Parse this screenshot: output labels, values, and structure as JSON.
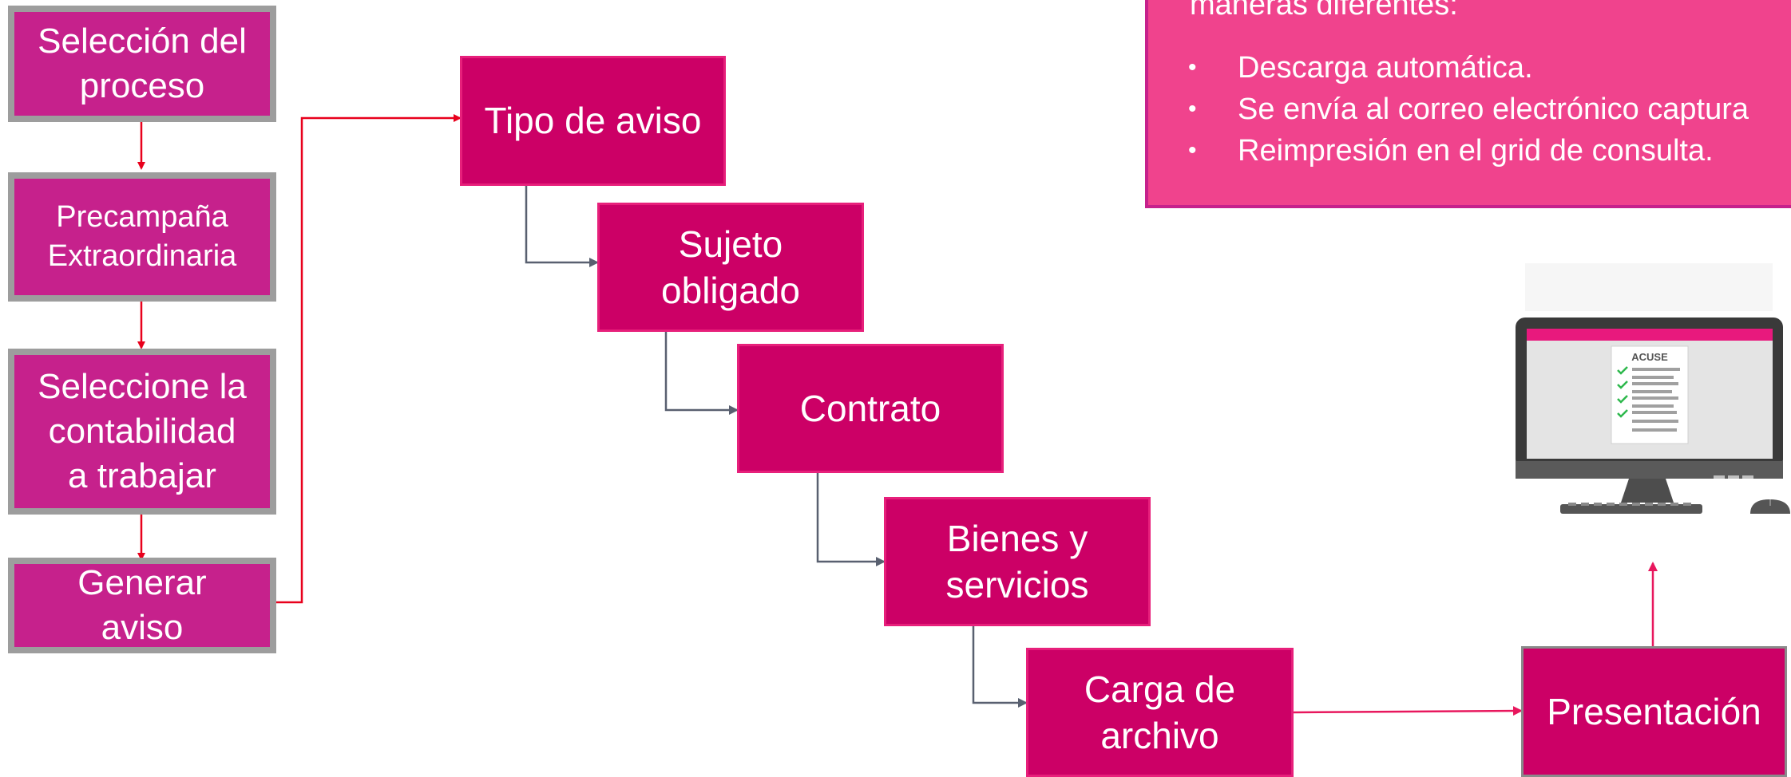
{
  "left_flow": [
    {
      "id": "seleccion-proceso",
      "lines": [
        "Selección del",
        "proceso"
      ]
    },
    {
      "id": "precampana",
      "lines": [
        "Precampaña",
        "Extraordinaria"
      ]
    },
    {
      "id": "seleccione-contabilidad",
      "lines": [
        "Seleccione la",
        "contabilidad",
        "a trabajar"
      ]
    },
    {
      "id": "generar-aviso",
      "lines": [
        "Generar",
        "aviso"
      ]
    }
  ],
  "steps": [
    {
      "id": "tipo-de-aviso",
      "lines": [
        "Tipo de aviso"
      ]
    },
    {
      "id": "sujeto-obligado",
      "lines": [
        "Sujeto",
        "obligado"
      ]
    },
    {
      "id": "contrato",
      "lines": [
        "Contrato"
      ]
    },
    {
      "id": "bienes-servicios",
      "lines": [
        "Bienes y",
        "servicios"
      ]
    },
    {
      "id": "carga-archivo",
      "lines": [
        "Carga de",
        "archivo"
      ]
    }
  ],
  "presentacion": {
    "lines": [
      "Presentación"
    ]
  },
  "note": {
    "intro": "maneras diferentes:",
    "bullet_symbol": "•",
    "items": [
      "Descarga automática.",
      "Se envía al correo electrónico captura",
      "Reimpresión en el grid de consulta."
    ]
  },
  "monitor": {
    "doc_title": "ACUSE",
    "icon": "monitor-acuse-icon"
  },
  "colors": {
    "left_box_fill": "#c6218c",
    "left_box_border": "#9d9d9d",
    "step_fill": "#cc0066",
    "note_fill": "#f0438d",
    "red_arrow": "#e8001c",
    "gray_arrow": "#596070",
    "pink_arrow": "#e8175d"
  }
}
